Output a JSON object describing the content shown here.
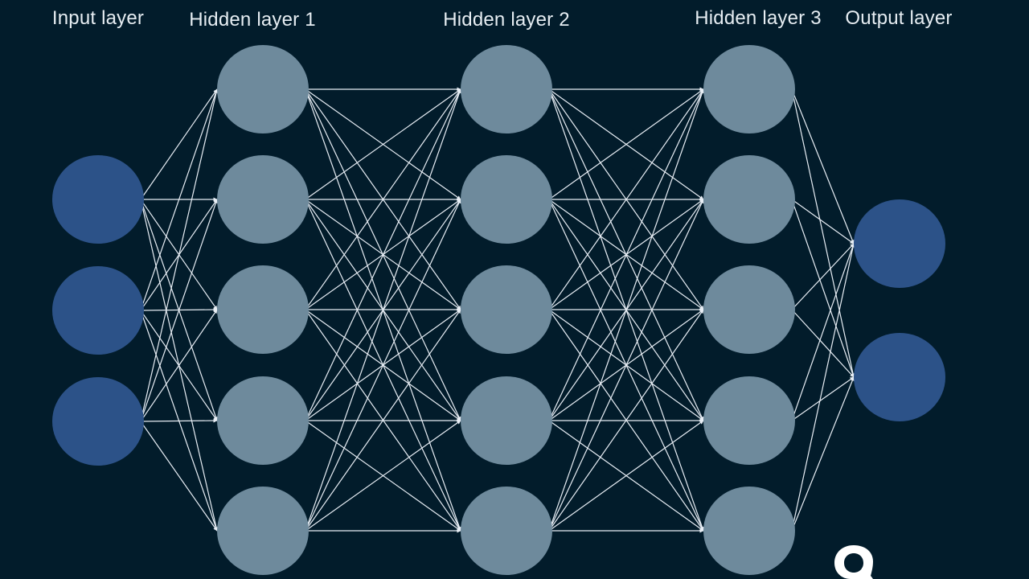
{
  "layers": [
    {
      "label": "Input layer",
      "nodes": 3,
      "kind": "io"
    },
    {
      "label": "Hidden layer 1",
      "nodes": 5,
      "kind": "hidden"
    },
    {
      "label": "Hidden layer 2",
      "nodes": 5,
      "kind": "hidden"
    },
    {
      "label": "Hidden layer 3",
      "nodes": 5,
      "kind": "hidden"
    },
    {
      "label": "Output layer",
      "nodes": 2,
      "kind": "io"
    }
  ],
  "colors": {
    "background": "#021c2b",
    "io_node": "#2c5288",
    "hidden_node": "#6e8a9c",
    "edge": "#e8eef5",
    "label": "#e6edf2",
    "logo": "#ffffff"
  },
  "logo": {
    "icon": "brand-logo-icon"
  }
}
